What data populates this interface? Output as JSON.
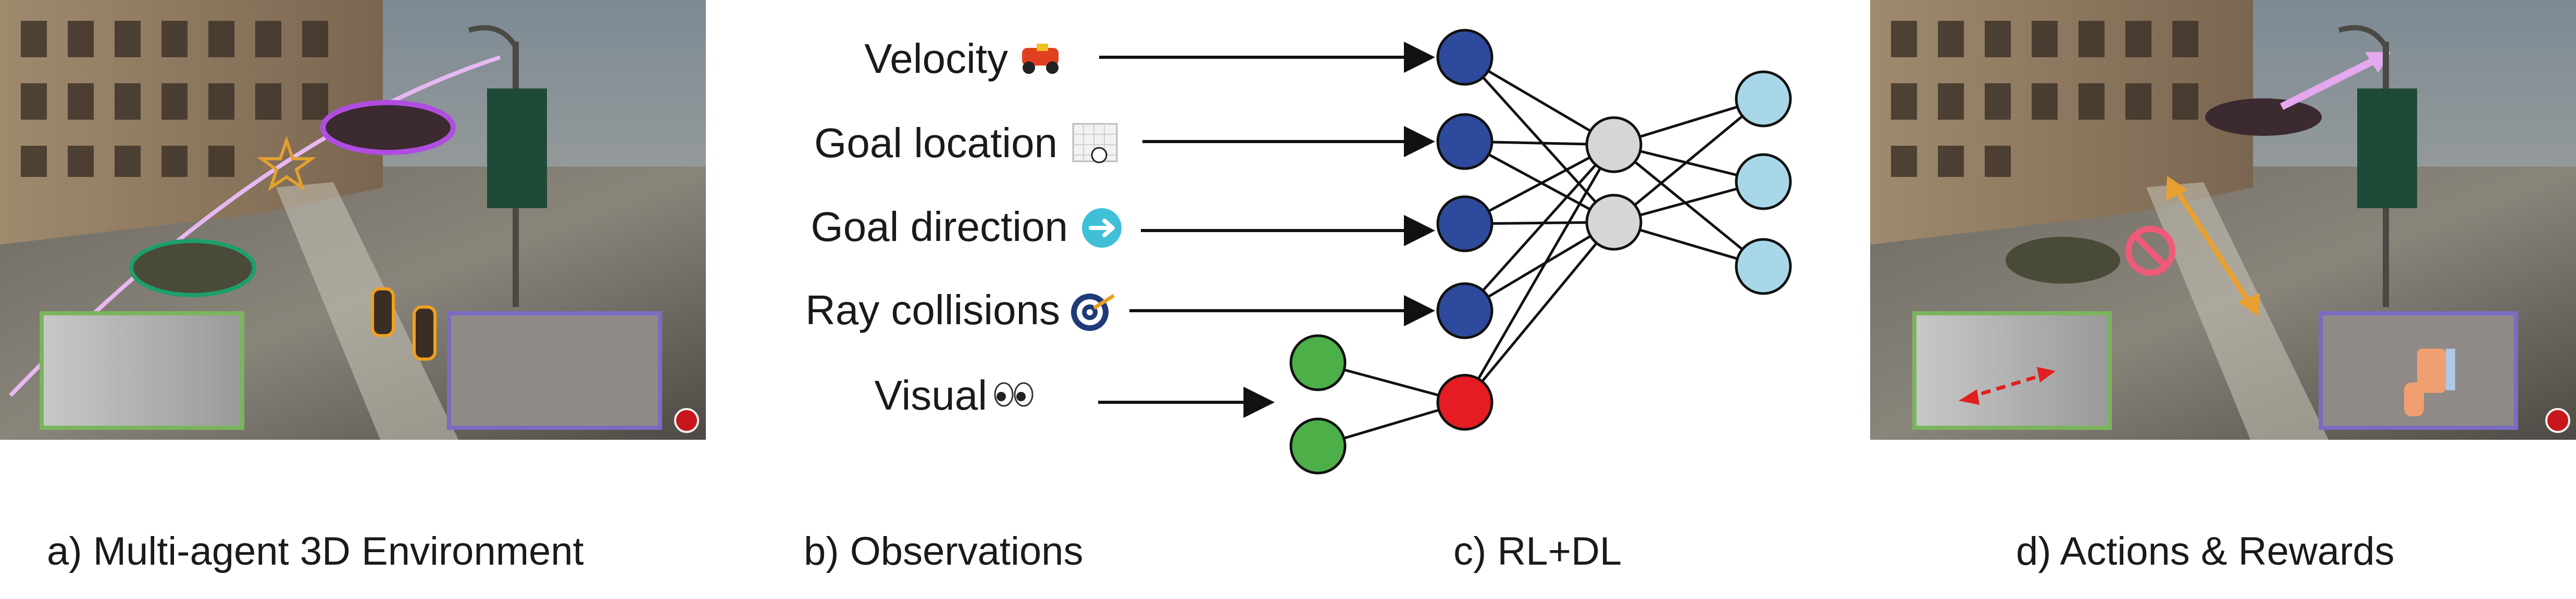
{
  "observations": [
    {
      "label": "Velocity",
      "icon": "race-car-icon"
    },
    {
      "label": "Goal location",
      "icon": "soccer-goal-icon"
    },
    {
      "label": "Goal direction",
      "icon": "arrow-circle-icon"
    },
    {
      "label": "Ray collisions",
      "icon": "target-icon"
    },
    {
      "label": "Visual",
      "icon": "eyes-icon"
    }
  ],
  "captions": {
    "a": "a)  Multi-agent 3D Environment",
    "b": "b) Observations",
    "c": "c) RL+DL",
    "d": "d) Actions & Rewards"
  },
  "network": {
    "input_layer_color": "#2e4a9c",
    "cnn_input_color": "#4caf48",
    "cnn_output_color": "#e51c23",
    "hidden_color": "#d6d6d6",
    "output_color": "#a8d8e8",
    "input_nodes": 4,
    "cnn_inputs": 2,
    "hidden_nodes": 2,
    "output_nodes": 3
  },
  "colors": {
    "highlight_drone": "#b04de0",
    "highlight_car": "#1e9e6a",
    "highlight_people": "#f0a020",
    "inset_left_border": "#7ab55c",
    "inset_right_border": "#7a6cc0",
    "action_arrow": "#e8a030",
    "no_sign": "#f05a78",
    "motion_arrow": "#e02020"
  }
}
